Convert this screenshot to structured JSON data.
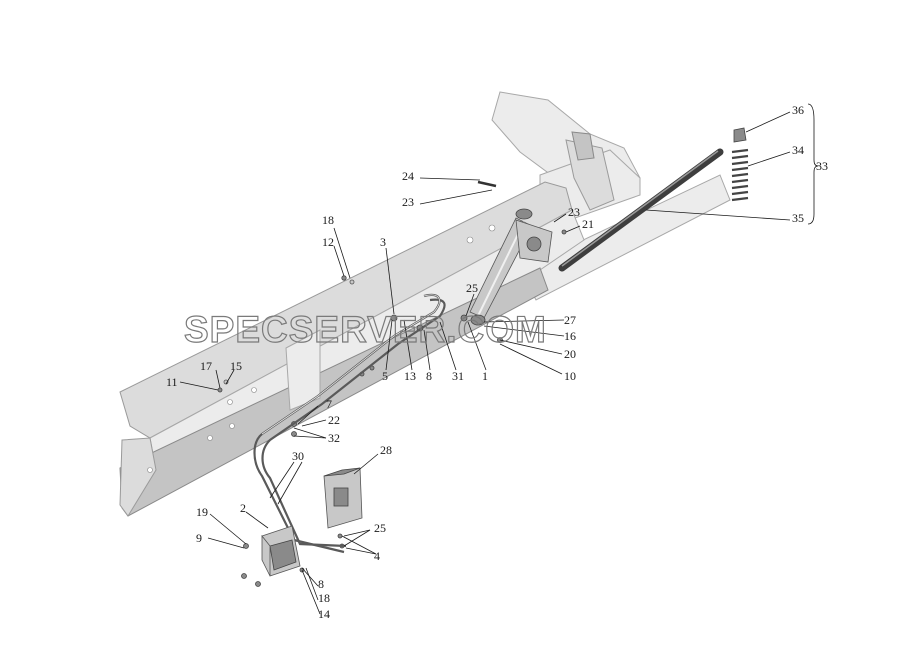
{
  "watermark": "SPECSERVER.COM",
  "callouts": [
    "36",
    "34",
    "33",
    "35",
    "24",
    "23",
    "23",
    "21",
    "18",
    "12",
    "3",
    "25",
    "27",
    "16",
    "20",
    "10",
    "5",
    "13",
    "8",
    "31",
    "1",
    "17",
    "15",
    "11",
    "7",
    "22",
    "32",
    "30",
    "28",
    "19",
    "2",
    "9",
    "25",
    "4",
    "8",
    "18",
    "14"
  ]
}
